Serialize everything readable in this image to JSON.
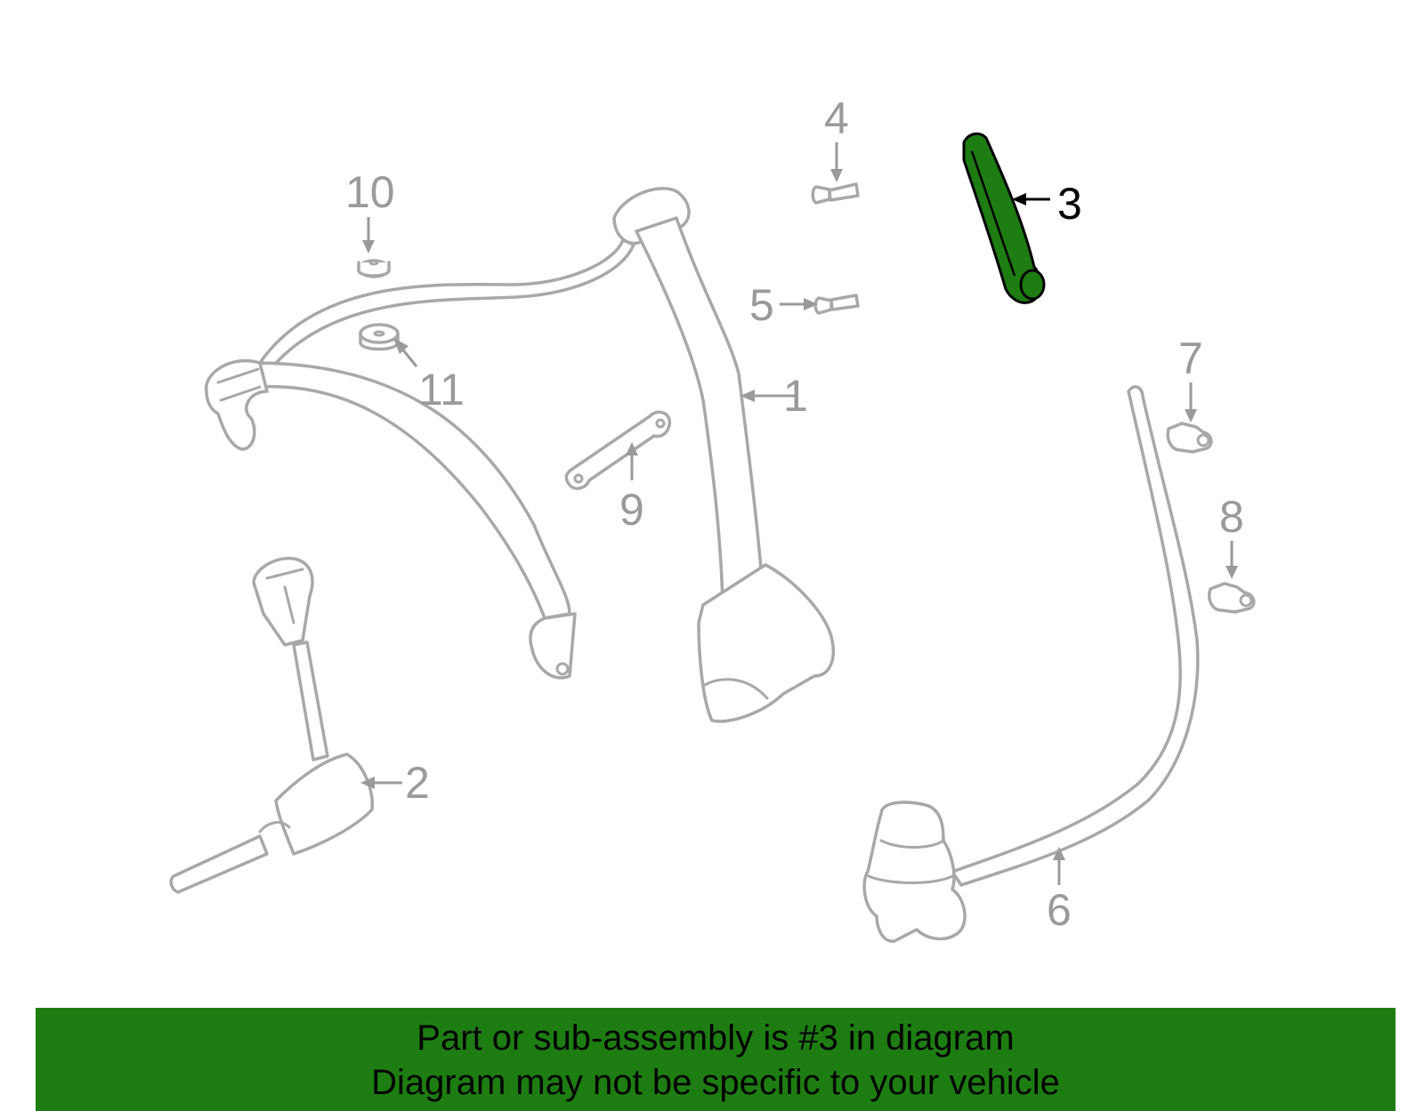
{
  "callouts": {
    "c1": "1",
    "c2": "2",
    "c3": "3",
    "c4": "4",
    "c5": "5",
    "c6": "6",
    "c7": "7",
    "c8": "8",
    "c9": "9",
    "c10": "10",
    "c11": "11"
  },
  "highlight": {
    "part_number": "3",
    "color": "#1e7d12"
  },
  "banner": {
    "line1": "Part or sub-assembly is #3 in diagram",
    "line2": "Diagram may not be specific to your vehicle",
    "background": "#1e7d12"
  }
}
